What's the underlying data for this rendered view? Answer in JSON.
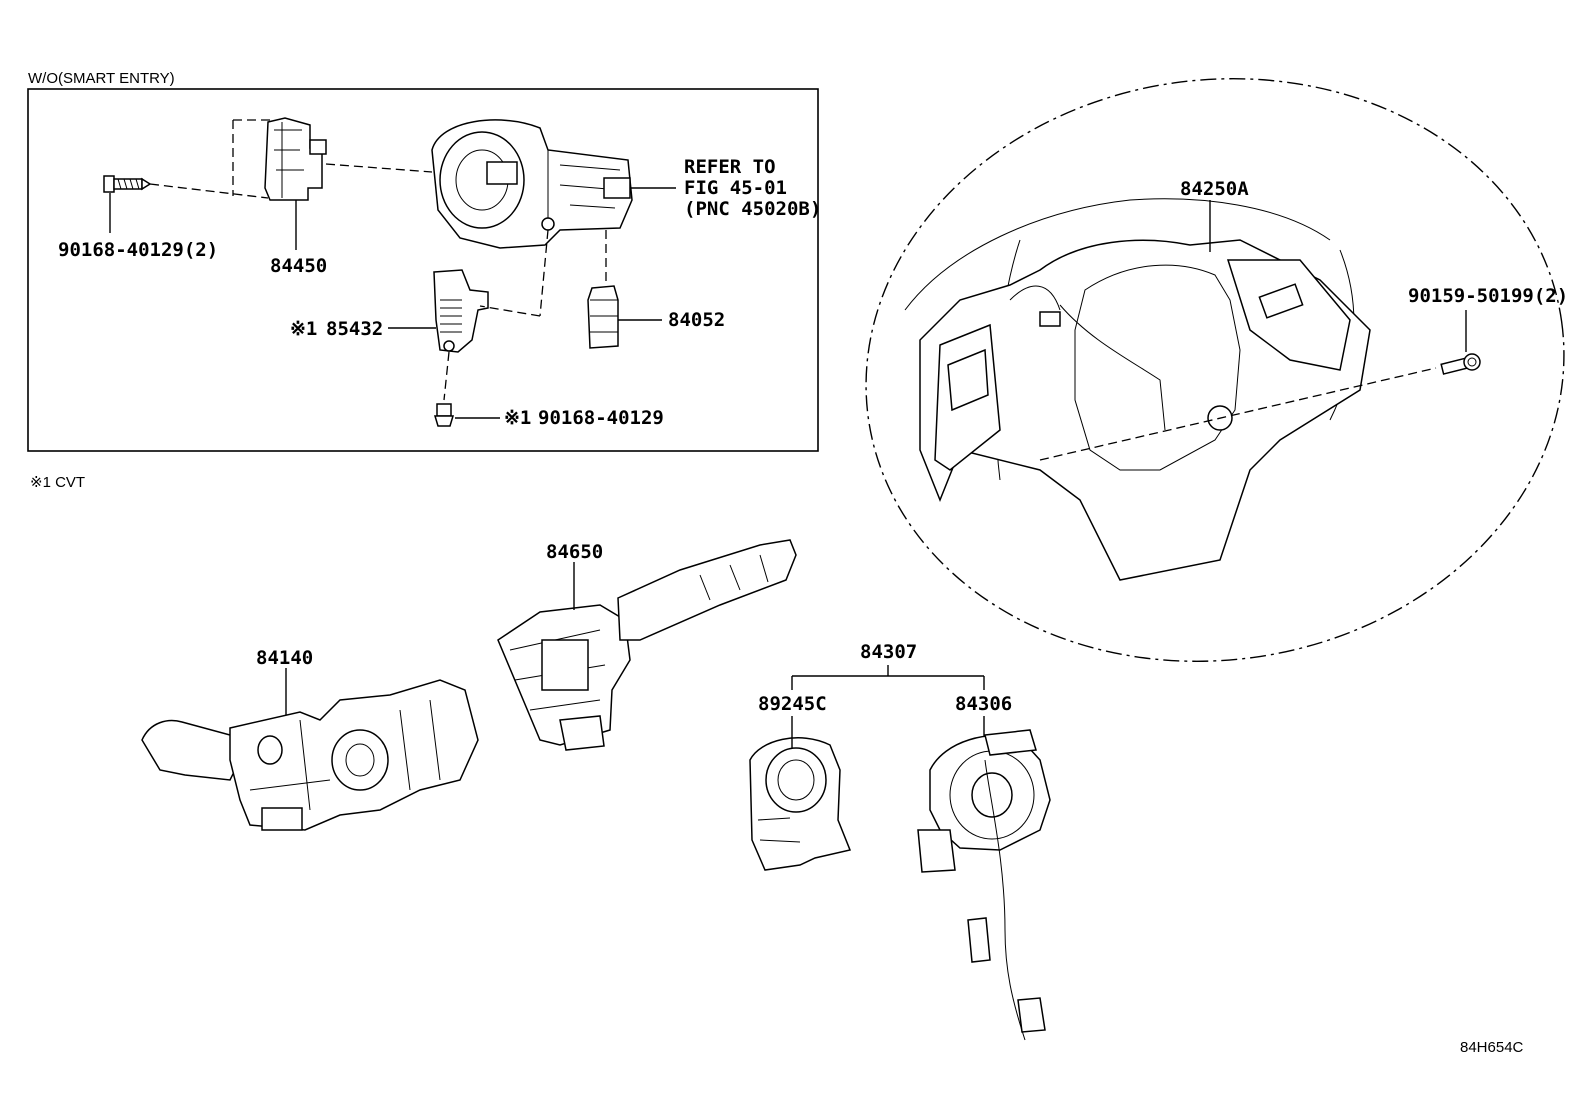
{
  "inset": {
    "title": "W/O(SMART ENTRY)",
    "refer": {
      "line1": "REFER TO",
      "line2": "FIG 45-01",
      "line3": "(PNC 45020B)"
    },
    "parts": {
      "bolt_90168_2": "90168-40129(2)",
      "p84450": "84450",
      "p85432_mark": "※1",
      "p85432": "85432",
      "p84052": "84052",
      "screw_mark": "※1",
      "screw": "90168-40129"
    }
  },
  "footnote": "※1 CVT",
  "parts": {
    "p84250A": "84250A",
    "bolt_90159": "90159-50199(2)",
    "p84650": "84650",
    "p84140": "84140",
    "p84307": "84307",
    "p89245C": "89245C",
    "p84306": "84306"
  },
  "diagram_code": "84H654C"
}
